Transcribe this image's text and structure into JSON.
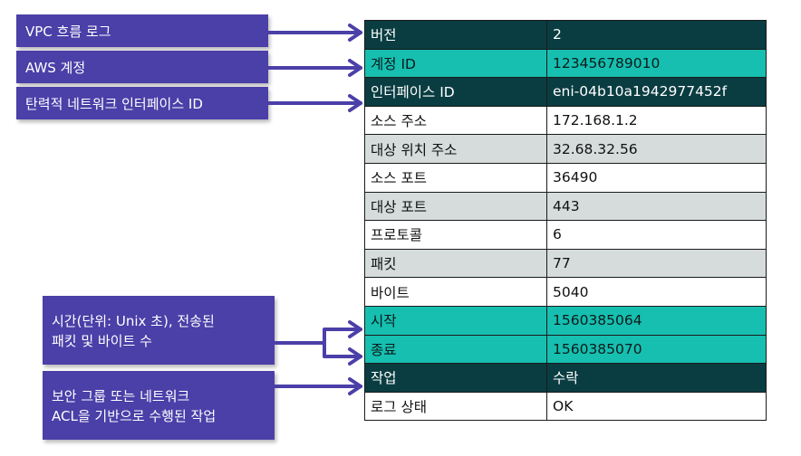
{
  "callouts": [
    {
      "id": "vpc-flow-log",
      "text": "VPC 흐름 로그"
    },
    {
      "id": "aws-account",
      "text": "AWS 계정"
    },
    {
      "id": "eni-id",
      "text": "탄력적 네트워크 인터페이스 ID"
    },
    {
      "id": "time-packets-bytes",
      "text": "시간(단위: Unix 초), 전송된\n패킷 및 바이트 수"
    },
    {
      "id": "action",
      "text": "보안 그룹 또는 네트워크\nACL을 기반으로 수행된 작업"
    }
  ],
  "table": {
    "rows": [
      {
        "field": "버전",
        "value": "2",
        "style": "dark"
      },
      {
        "field": "계정 ID",
        "value": "123456789010",
        "style": "teal"
      },
      {
        "field": "인터페이스 ID",
        "value": "eni-04b10a1942977452f",
        "style": "dark"
      },
      {
        "field": "소스 주소",
        "value": "172.168.1.2",
        "style": "white"
      },
      {
        "field": "대상 위치 주소",
        "value": "32.68.32.56",
        "style": "gray"
      },
      {
        "field": "소스 포트",
        "value": "36490",
        "style": "white"
      },
      {
        "field": "대상 포트",
        "value": "443",
        "style": "gray"
      },
      {
        "field": "프로토콜",
        "value": "6",
        "style": "white"
      },
      {
        "field": "패킷",
        "value": "77",
        "style": "gray"
      },
      {
        "field": "바이트",
        "value": "5040",
        "style": "white"
      },
      {
        "field": "시작",
        "value": "1560385064",
        "style": "teal"
      },
      {
        "field": "종료",
        "value": "1560385070",
        "style": "teal"
      },
      {
        "field": "작업",
        "value": "수락",
        "style": "dark"
      },
      {
        "field": "로그 상태",
        "value": "OK",
        "style": "white"
      }
    ]
  },
  "colors": {
    "callout_bg": "#4b3fa8",
    "arrow": "#4b3fa8",
    "dark_row": "#0a3d42",
    "teal_row": "#16bfb0",
    "gray_row": "#d5dcdb",
    "white_row": "#ffffff"
  }
}
